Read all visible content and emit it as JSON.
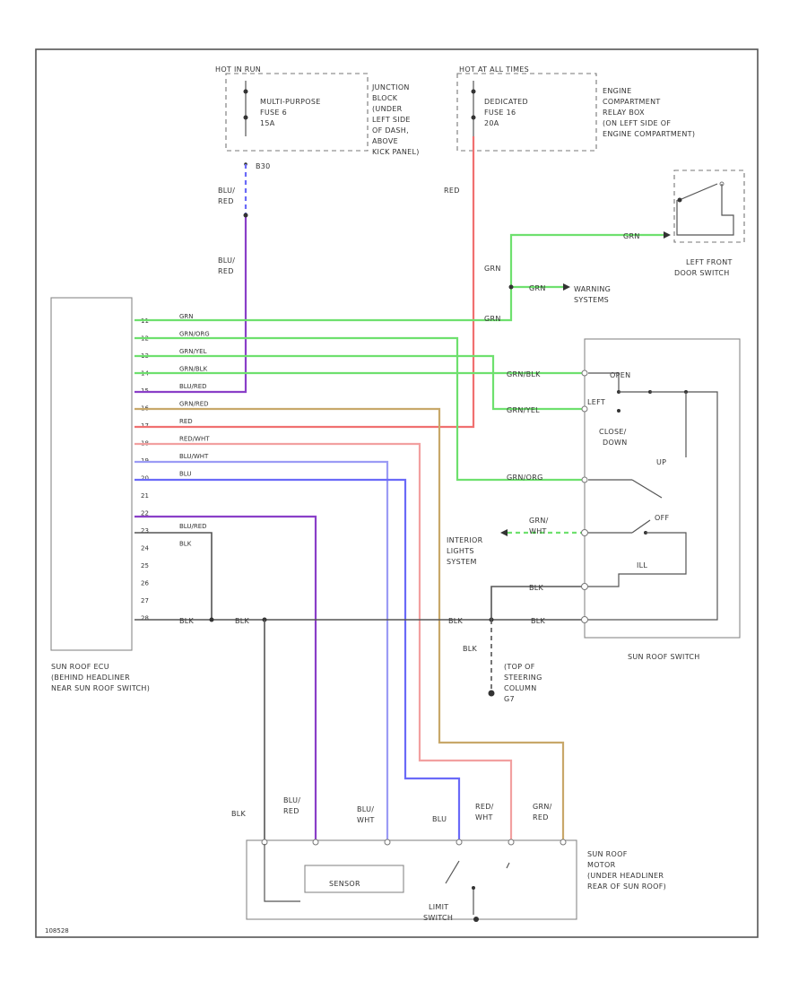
{
  "colors": {
    "grn": "#6ee06e",
    "red": "#f07070",
    "blue": "#6a6af8",
    "purple": "#8a3fc8",
    "tan": "#c8a86a",
    "pink": "#f2a0a0",
    "lightblue": "#9b9bf5",
    "blk": "#555555"
  },
  "fuses": {
    "left_feed": "HOT IN RUN",
    "left_fuse": [
      "MULTI-PURPOSE",
      "FUSE 6",
      "15A"
    ],
    "left_location": [
      "JUNCTION",
      "BLOCK",
      "(UNDER",
      "LEFT SIDE",
      "OF DASH,",
      "ABOVE",
      "KICK PANEL)"
    ],
    "left_wire_label": "B30",
    "right_feed": "HOT AT ALL TIMES",
    "right_fuse": [
      "DEDICATED",
      "FUSE 16",
      "20A"
    ],
    "right_location": [
      "ENGINE",
      "COMPARTMENT",
      "RELAY BOX",
      "(ON LEFT SIDE OF",
      "ENGINE COMPARTMENT)"
    ]
  },
  "wires": {
    "blu_red": [
      "BLU/",
      "RED"
    ],
    "red": "RED",
    "grn": "GRN",
    "grn_blk": "GRN/BLK",
    "grn_yel": "GRN/YEL",
    "grn_org": "GRN/ORG",
    "grn_wht": [
      "GRN/",
      "WHT"
    ],
    "blk": "BLK",
    "blu": "BLU",
    "blu_wht": [
      "BLU/",
      "WHT"
    ],
    "red_wht": [
      "RED/",
      "WHT"
    ],
    "grn_red": [
      "GRN/",
      "RED"
    ]
  },
  "ecu": {
    "pins": [
      "11",
      "12",
      "13",
      "14",
      "15",
      "16",
      "17",
      "18",
      "19",
      "20",
      "21",
      "22",
      "23",
      "24",
      "25",
      "26",
      "27",
      "28"
    ],
    "pin_wire_labels": [
      "GRN",
      "GRN/ORG",
      "GRN/YEL",
      "GRN/BLK",
      "BLU/RED",
      "GRN/RED",
      "RED",
      "RED/WHT",
      "BLU/WHT",
      "BLU",
      "",
      "",
      "BLU/RED",
      "BLK",
      "",
      "",
      "",
      ""
    ],
    "label": [
      "SUN ROOF ECU",
      "(BEHIND HEADLINER",
      "NEAR SUN ROOF SWITCH)"
    ]
  },
  "door_switch": [
    "LEFT FRONT",
    "DOOR SWITCH"
  ],
  "warning": [
    "WARNING",
    "SYSTEMS"
  ],
  "interior": [
    "INTERIOR",
    "LIGHTS",
    "SYSTEM"
  ],
  "switch": {
    "open": "OPEN",
    "left": "LEFT",
    "close": [
      "CLOSE/",
      "DOWN"
    ],
    "up": "UP",
    "off": "OFF",
    "ill": "ILL",
    "label": "SUN ROOF SWITCH"
  },
  "ground": [
    "(TOP OF",
    "STEERING",
    "COLUMN",
    "G7"
  ],
  "motor": {
    "sensor": "SENSOR",
    "limit": [
      "LIMIT",
      "SWITCH"
    ],
    "label": [
      "SUN ROOF",
      "MOTOR",
      "(UNDER HEADLINER",
      "REAR OF SUN ROOF)"
    ]
  },
  "diagram_code": "108528"
}
